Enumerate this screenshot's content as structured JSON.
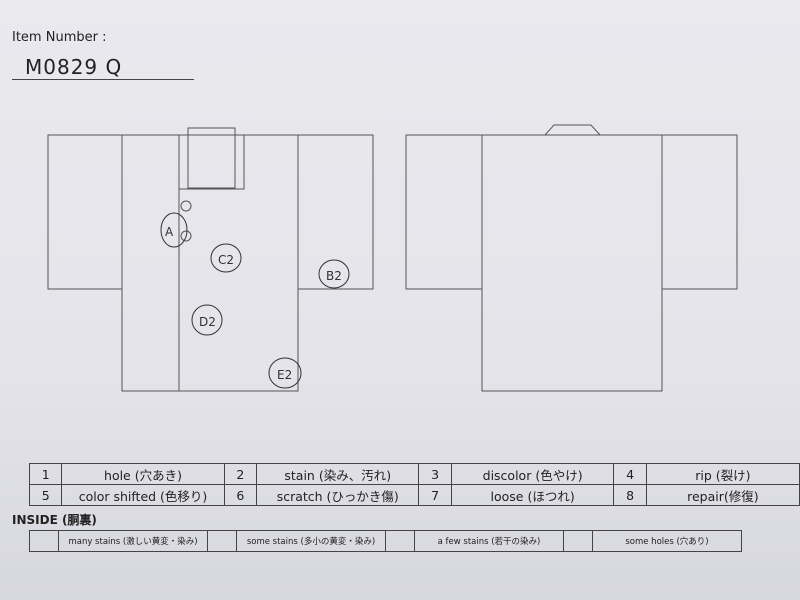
{
  "header": {
    "item_label": "Item Number :",
    "item_code": "M0829  Q"
  },
  "marks": [
    "A",
    "C2",
    "B2",
    "D2",
    "E2"
  ],
  "legend": [
    [
      {
        "n": "1",
        "t": "hole (穴あき)"
      },
      {
        "n": "2",
        "t": "stain (染み、汚れ)"
      },
      {
        "n": "3",
        "t": "discolor (色やけ)"
      },
      {
        "n": "4",
        "t": "rip (裂け)"
      }
    ],
    [
      {
        "n": "5",
        "t": "color shifted (色移り)"
      },
      {
        "n": "6",
        "t": "scratch (ひっかき傷)"
      },
      {
        "n": "7",
        "t": "loose (ほつれ)"
      },
      {
        "n": "8",
        "t": "repair(修復)"
      }
    ]
  ],
  "inside": {
    "label": "INSIDE (胴裏)",
    "items": [
      "many stains (激しい黄変・染み)",
      "some stains (多小の黄変・染み)",
      "a few stains (若干の染み)",
      "some holes (穴あり)"
    ]
  }
}
